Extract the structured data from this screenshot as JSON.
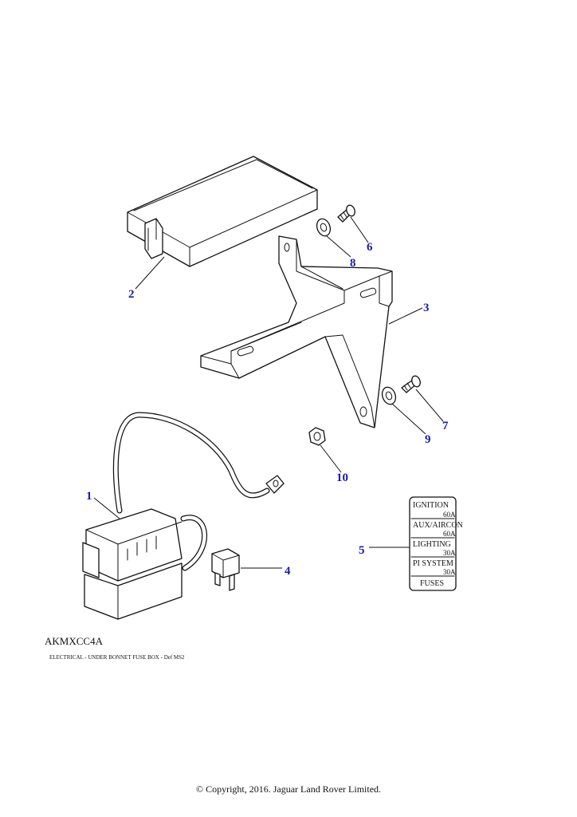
{
  "diagram": {
    "code": "AKMXCC4A",
    "caption": "ELECTRICAL - UNDER BONNET FUSE BOX - Def MS2",
    "callouts": {
      "c1": "1",
      "c2": "2",
      "c3": "3",
      "c4": "4",
      "c5": "5",
      "c6": "6",
      "c7": "7",
      "c8": "8",
      "c9": "9",
      "c10": "10"
    },
    "fuse_label": {
      "rows": [
        {
          "name": "IGNITION",
          "rating": "60A"
        },
        {
          "name": "AUX/AIRCON",
          "rating": "60A"
        },
        {
          "name": "LIGHTING",
          "rating": "30A"
        },
        {
          "name": "PI SYSTEM",
          "rating": "30A"
        }
      ],
      "footer": "FUSES"
    },
    "colors": {
      "callout": "#1a1aa8",
      "line": "#111111"
    }
  },
  "footer": {
    "copyright": "© Copyright, 2016. Jaguar Land Rover Limited."
  }
}
